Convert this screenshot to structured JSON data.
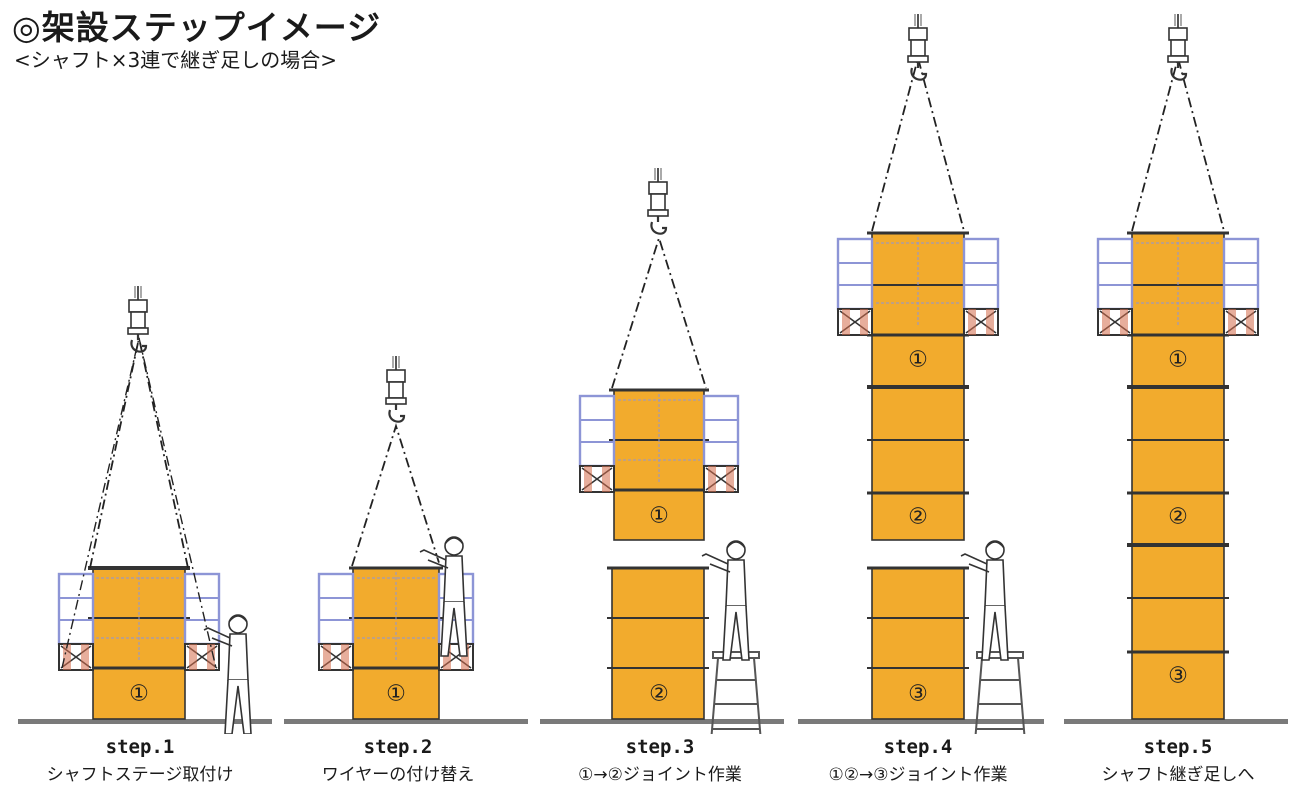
{
  "header": {
    "title": "◎架設ステップイメージ",
    "subtitle": "<シャフト×3連で継ぎ足しの場合>"
  },
  "colors": {
    "shaft": "#f2ab2d",
    "frame": "#8d95d6",
    "stage_red": "#d46b4a",
    "ground": "#7a7a7a"
  },
  "steps": [
    {
      "label": "step.1",
      "caption": "シャフトステージ取付け",
      "markers": [
        "①"
      ]
    },
    {
      "label": "step.2",
      "caption": "ワイヤーの付け替え",
      "markers": [
        "①"
      ]
    },
    {
      "label": "step.3",
      "caption": "①→②ジョイント作業",
      "markers": [
        "①",
        "②"
      ]
    },
    {
      "label": "step.4",
      "caption": "①②→③ジョイント作業",
      "markers": [
        "①",
        "②",
        "③"
      ]
    },
    {
      "label": "step.5",
      "caption": "シャフト継ぎ足しへ",
      "markers": [
        "①",
        "②",
        "③"
      ]
    }
  ]
}
